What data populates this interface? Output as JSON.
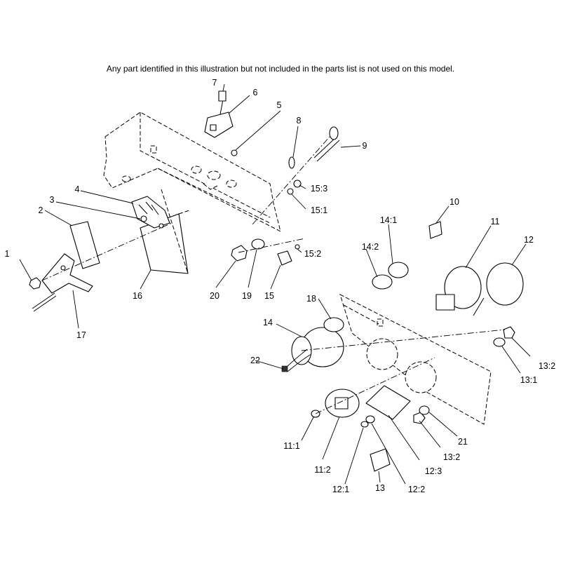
{
  "note": "Any part identified in this illustration but not included in the parts list is not used on this model.",
  "callouts": {
    "c1": "1",
    "c2": "2",
    "c3": "3",
    "c4": "4",
    "c5": "5",
    "c6": "6",
    "c7": "7",
    "c8": "8",
    "c9": "9",
    "c10": "10",
    "c11": "11",
    "c12": "12",
    "c13": "13",
    "c14": "14",
    "c15": "15",
    "c16": "16",
    "c17": "17",
    "c18": "18",
    "c19": "19",
    "c20": "20",
    "c21": "21",
    "c22": "22",
    "c15_1": "15:1",
    "c15_2": "15:2",
    "c15_3": "15:3",
    "c14_1": "14:1",
    "c14_2": "14:2",
    "c11_1": "11:1",
    "c11_2": "11:2",
    "c12_1": "12:1",
    "c12_2": "12:2",
    "c12_3": "12:3",
    "c13_1": "13:1",
    "c13_2a": "13:2",
    "c13_2b": "13:2"
  }
}
